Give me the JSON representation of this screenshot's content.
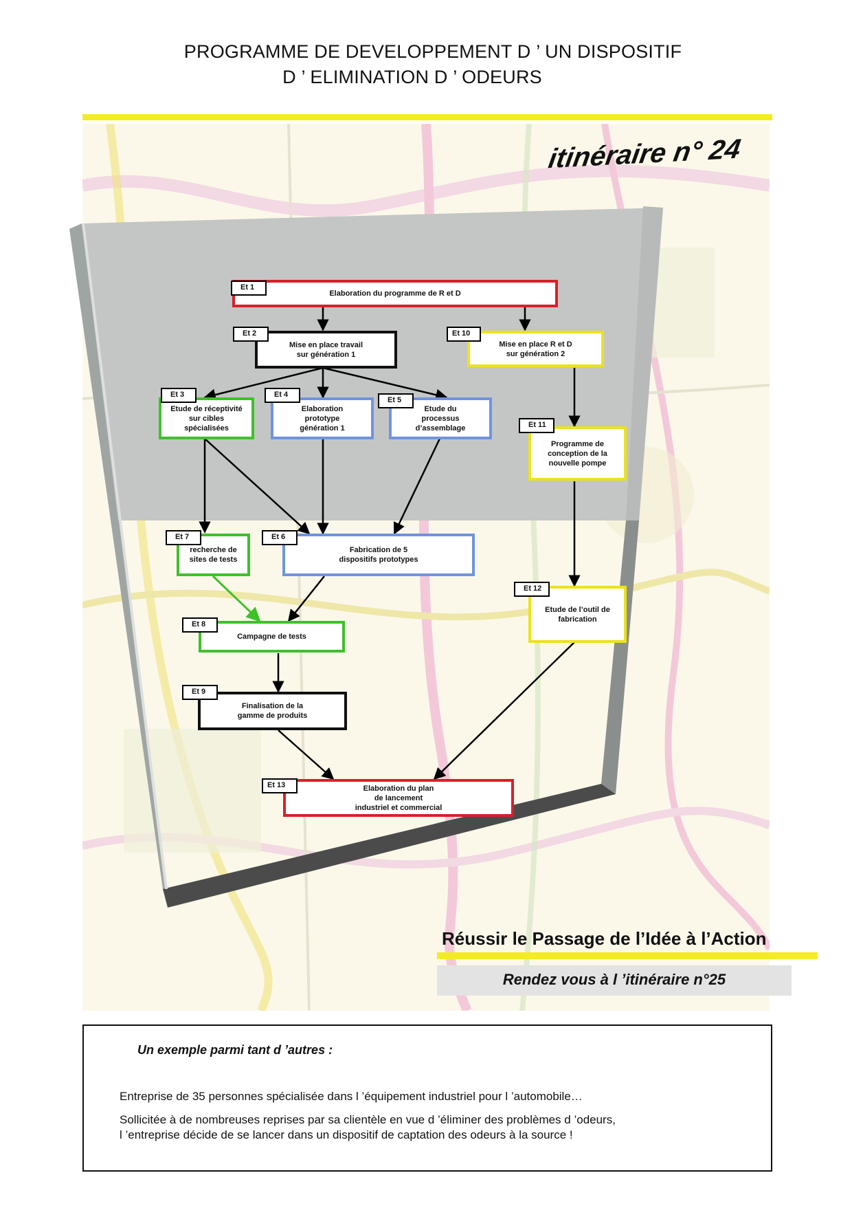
{
  "title_line1": "PROGRAMME DE DEVELOPPEMENT D ’ UN DISPOSITIF",
  "title_line2": "D ’ ELIMINATION D ’ ODEURS",
  "itinerary": "itinéraire n° 24",
  "steps": [
    {
      "tag": "Et 1",
      "label": "Elaboration   du programme de R et D"
    },
    {
      "tag": "Et 2",
      "label": "Mise en place travail\nsur génération 1"
    },
    {
      "tag": "Et 3",
      "label": "Etude  de réceptivité\nsur cibles\nspécialisées"
    },
    {
      "tag": "Et 4",
      "label": "Elaboration\nprototype\ngénération 1"
    },
    {
      "tag": "Et 5",
      "label": "Etude  du\nprocessus\nd’assemblage"
    },
    {
      "tag": "Et 6",
      "label": "Fabrication de 5\ndispositifs prototypes"
    },
    {
      "tag": "Et 7",
      "label": "recherche de\nsites de tests"
    },
    {
      "tag": "Et 8",
      "label": "Campagne de tests"
    },
    {
      "tag": "Et  9",
      "label": "Finalisation de la\ngamme de produits"
    },
    {
      "tag": "Et 10",
      "label": "Mise en place R et D\nsur génération 2"
    },
    {
      "tag": "Et 11",
      "label": "Programme de\nconception de la\nnouvelle pompe"
    },
    {
      "tag": "Et 12",
      "label": "Etude  de l’outil de\nfabrication"
    },
    {
      "tag": "Et  13",
      "label": "Elaboration   du plan\nde lancement\nindustriel et commercial"
    }
  ],
  "slogan": "Réussir le Passage de l’Idée à l’Action",
  "next": "Rendez vous à l ’itinéraire  n°25",
  "example": {
    "heading": "Un exemple parmi tant d ’autres :",
    "line1": "Entreprise de 35 personnes spécialisée dans l ’équipement industriel pour l ’automobile…",
    "line2": "Sollicitée à de nombreuses reprises par sa clientèle en vue d ’éliminer des problèmes d ’odeurs,",
    "line3": "l ’entreprise décide de se lancer dans un dispositif de captation des odeurs à la source !"
  },
  "colors": {
    "accent_yellow": "#f4ec22",
    "red": "#d8202a",
    "green": "#3ec12a",
    "blue": "#6f94df",
    "board_gray": "#c4c6c5",
    "side_gray": "#9fa5a3",
    "dark_gray": "#4b4b4b"
  }
}
